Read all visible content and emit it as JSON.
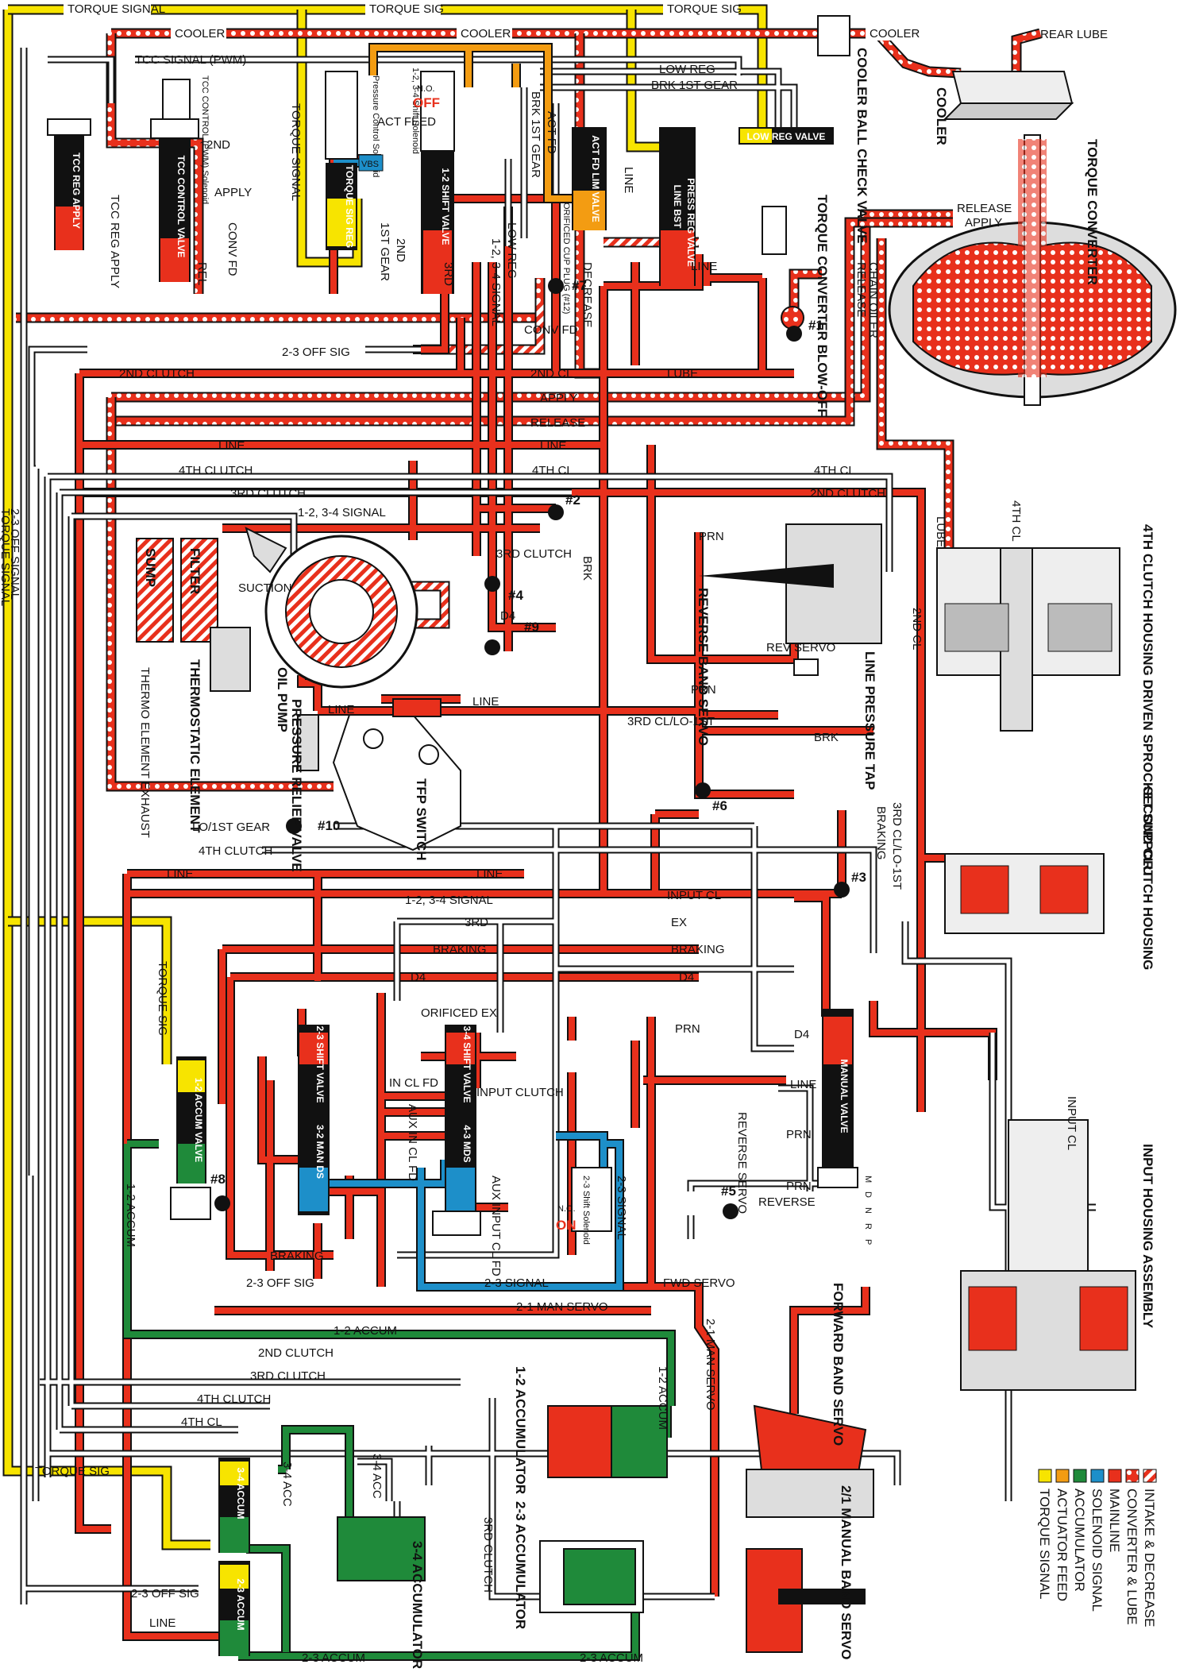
{
  "colors": {
    "mainline": "#e8301c",
    "converter_lube": "#e8301c",
    "intake": "#e8301c",
    "accumulator": "#1f8a3a",
    "solenoid_signal": "#1d8fc9",
    "actuator_feed": "#f39c12",
    "torque_signal": "#f7e400",
    "exhaust": "#ffffff",
    "outline": "#111111"
  },
  "line_labels": {
    "torque_signal": "TORQUE SIGNAL",
    "torque_sig": "TORQUE SIG",
    "torque_sig_2": "TORQUE SIG",
    "cooler_1": "COOLER",
    "cooler_2": "COOLER",
    "cooler_3": "COOLER",
    "cooler_4": "COOLER",
    "rear_lube": "REAR LUBE",
    "tcc_signal_pwm": "TCC SIGNAL (PWM)",
    "low_reg": "LOW REG",
    "brk_1st_gear": "BRK 1ST GEAR",
    "act_feed": "ACT FEED",
    "act_fd": "ACT FD",
    "brk_1st_gear_v": "BRK 1ST GEAR",
    "low_reg_v": "LOW REG",
    "signal_1234": "1-2, 3-4 SIGNAL",
    "prn": "PRN",
    "line_1": "LINE",
    "line_2": "LINE",
    "decrease": "DECREASE",
    "conv_fd": "CONV FD",
    "off_sig_23": "2-3 OFF SIG",
    "clutch_2nd_1": "2ND CLUTCH",
    "cl_2nd": "2ND CL",
    "lube": "LUBE",
    "apply": "APPLY",
    "release": "RELEASE",
    "line_3": "LINE",
    "line_4": "LINE",
    "clutch_4th": "4TH CLUTCH",
    "cl_4th_1": "4TH CL",
    "cl_4th_2": "4TH CL",
    "clutch_3rd": "3RD CLUTCH",
    "clutch_2nd_2": "2ND CLUTCH",
    "signal_1234_b": "1-2, 3-4 SIGNAL",
    "clutch_3rd_b": "3RD CLUTCH",
    "suction": "SUCTION",
    "d4": "D4",
    "brk": "BRK",
    "line_5": "LINE",
    "line_6": "LINE",
    "rev_servo": "REV SERVO",
    "prn_2": "PRN",
    "cl_3rd_lo_1st": "3RD CL/LO-1ST",
    "brk_2": "BRK",
    "lo_1st_gear": "LO/1ST GEAR",
    "clutch_4th_b": "4TH CLUTCH",
    "line_7": "LINE",
    "line_8": "LINE",
    "signal_1234_c": "1-2, 3-4 SIGNAL",
    "third": "3RD",
    "ex": "EX",
    "input_cl": "INPUT CL",
    "braking_1": "BRAKING",
    "braking_2": "BRAKING",
    "d4_b": "D4",
    "d4_c": "D4",
    "orificed_ex": "ORIFICED EX",
    "in_cl_fd": "IN CL FD",
    "input_clutch": "INPUT CLUTCH",
    "aux_in_cl_fd": "AUX IN CL FD",
    "aux_input_cl_fd": "AUX INPUT CL FD",
    "man_servo_21": "2-1 MAN SERVO",
    "man_servo_21_b": "2-1 MAN SERVO",
    "braking_3": "BRAKING",
    "off_sig_23_b": "2-3 OFF SIG",
    "signal_23": "2-3 SIGNAL",
    "signal_23_b": "2-3 SIGNAL",
    "fwd_servo": "FWD SERVO",
    "accum_12": "1-2 ACCUM",
    "accum_12_v": "1-2 ACCUM",
    "clutch_2nd_3": "2ND CLUTCH",
    "clutch_3rd_c": "3RD CLUTCH",
    "clutch_4th_c": "4TH CLUTCH",
    "cl_4th_3": "4TH CL",
    "torque_sig_3": "TORQUE SIG",
    "acc_34": "3-4 ACC",
    "acc_34_b": "3-4 ACC",
    "off_sig_23_c": "2-3 OFF SIG",
    "line_9": "LINE",
    "accum_23": "2-3 ACCUM",
    "accum_23_b": "2-3 ACCUM",
    "reverse_servo": "REVERSE SERVO",
    "reverse": "REVERSE",
    "release_2": "RELEASE",
    "apply_2": "APPLY",
    "chain_oiler": "CHAIN OILER",
    "release_3": "RELEASE",
    "lube_v": "LUBE",
    "cl_2nd_v": "2ND CL",
    "cl_4th_v": "4TH CL",
    "cl_3rd_lo_v": "3RD CL/LO-1ST",
    "braking_v": "BRAKING",
    "input_cl_v": "INPUT CL",
    "off_signal_v": "2-3 OFF SIGNAL",
    "torque_signal_v": "TORQUE SIGNAL",
    "tcc_reg_apply": "TCC REG APPLY",
    "conv_fd_v": "CONV FD",
    "rel_v": "REL",
    "gear_1st": "1ST GEAR",
    "second_v": "2ND",
    "third_v": "3RD",
    "vbs": "VBS",
    "apply_3": "APPLY",
    "second_h": "2ND",
    "reverse_band": "REVERSE BAND SERVO",
    "prn_3": "PRN",
    "prn_4": "PRN",
    "prn_5": "PRN",
    "d4_d": "D4",
    "line_10": "LINE"
  },
  "valves": {
    "tcc_reg_apply": "TCC REG APPLY",
    "tcc_control": "TCC CONTROL VALVE",
    "torque_sig_reg": "TORQUE SIG REG",
    "shift_12": "1-2 SHIFT VALVE",
    "act_fd_lim": "ACT FD LIM VALVE",
    "line_bst": "LINE BST",
    "press_reg": "PRESS REG VALVE",
    "low_reg_valve": "LOW REG VALVE",
    "accum_12_valve": "1-2 ACCUM VALVE",
    "shift_23": "2-3 SHIFT VALVE",
    "man_ds_32": "3-2 MAN DS",
    "shift_34": "3-4 SHIFT VALVE",
    "mds_43": "4-3 MDS",
    "manual_valve": "MANUAL VALVE",
    "accum_34": "3-4 ACCUM",
    "accum_23": "2-3 ACCUM"
  },
  "solenoids": {
    "tcc_pwm": "TCC CONTROL (PWM) Solenoid",
    "pressure_control": "Pressure Control Solenoid",
    "shift_1234": "1-2, 3-4 Shift Solenoid",
    "shift_1234_state": "N.O.",
    "shift_1234_off": "OFF",
    "shift_23": "2-3 Shift Solenoid",
    "shift_23_state": "N.O.",
    "shift_23_on": "ON"
  },
  "components": {
    "cooler": "COOLER",
    "cooler_ball_check": "COOLER BALL CHECK VALVE",
    "torque_converter": "TORQUE CONVERTER",
    "tc_blowoff": "TORQUE CONVERTER BLOW-OFF",
    "clutch_4th_housing": "4TH CLUTCH HOUSING DRIVEN SPROCKET SUPPORT",
    "second_clutch_housing": "SECOND CLUTCH HOUSING",
    "input_housing": "INPUT HOUSING ASSEMBLY",
    "reverse_band_servo": "REVERSE BAND SERVO",
    "line_pressure_tap": "LINE PRESSURE TAP",
    "oil_pump": "OIL PUMP",
    "pressure_relief": "PRESSURE RELIEF VALVE",
    "tfp_switch": "TFP SWITCH",
    "filter": "FILTER",
    "sump": "SUMP",
    "thermostatic": "THERMOSTATIC ELEMENT",
    "thermo_exhaust": "THERMO ELEMENT EXHAUST",
    "orificed_cup_plug": "ORIFICED CUP PLUG (#12)",
    "forward_band_servo": "FORWARD BAND SERVO",
    "accumulator_12": "1-2 ACCUMULATOR",
    "accumulator_23": "2-3 ACCUMULATOR",
    "accumulator_34": "3-4 ACCUMULATOR",
    "manual_band_servo": "2/1 MANUAL BAND SERVO"
  },
  "checkballs": [
    "#1",
    "#2",
    "#3",
    "#4",
    "#5",
    "#6",
    "#7",
    "#8",
    "#9",
    "#10"
  ],
  "manual_positions": [
    "P",
    "R",
    "N",
    "D",
    "M"
  ],
  "legend": [
    {
      "label": "INTAKE & DECREASE",
      "color": "#e8301c",
      "style": "hatch"
    },
    {
      "label": "CONVERTER & LUBE",
      "color": "#e8301c",
      "style": "dots"
    },
    {
      "label": "MAINLINE",
      "color": "#e8301c",
      "style": "solid"
    },
    {
      "label": "SOLENOID SIGNAL",
      "color": "#1d8fc9",
      "style": "solid"
    },
    {
      "label": "ACCUMULATOR",
      "color": "#1f8a3a",
      "style": "solid"
    },
    {
      "label": "ACTUATOR FEED",
      "color": "#f39c12",
      "style": "solid"
    },
    {
      "label": "TORQUE SIGNAL",
      "color": "#f7e400",
      "style": "solid"
    }
  ]
}
